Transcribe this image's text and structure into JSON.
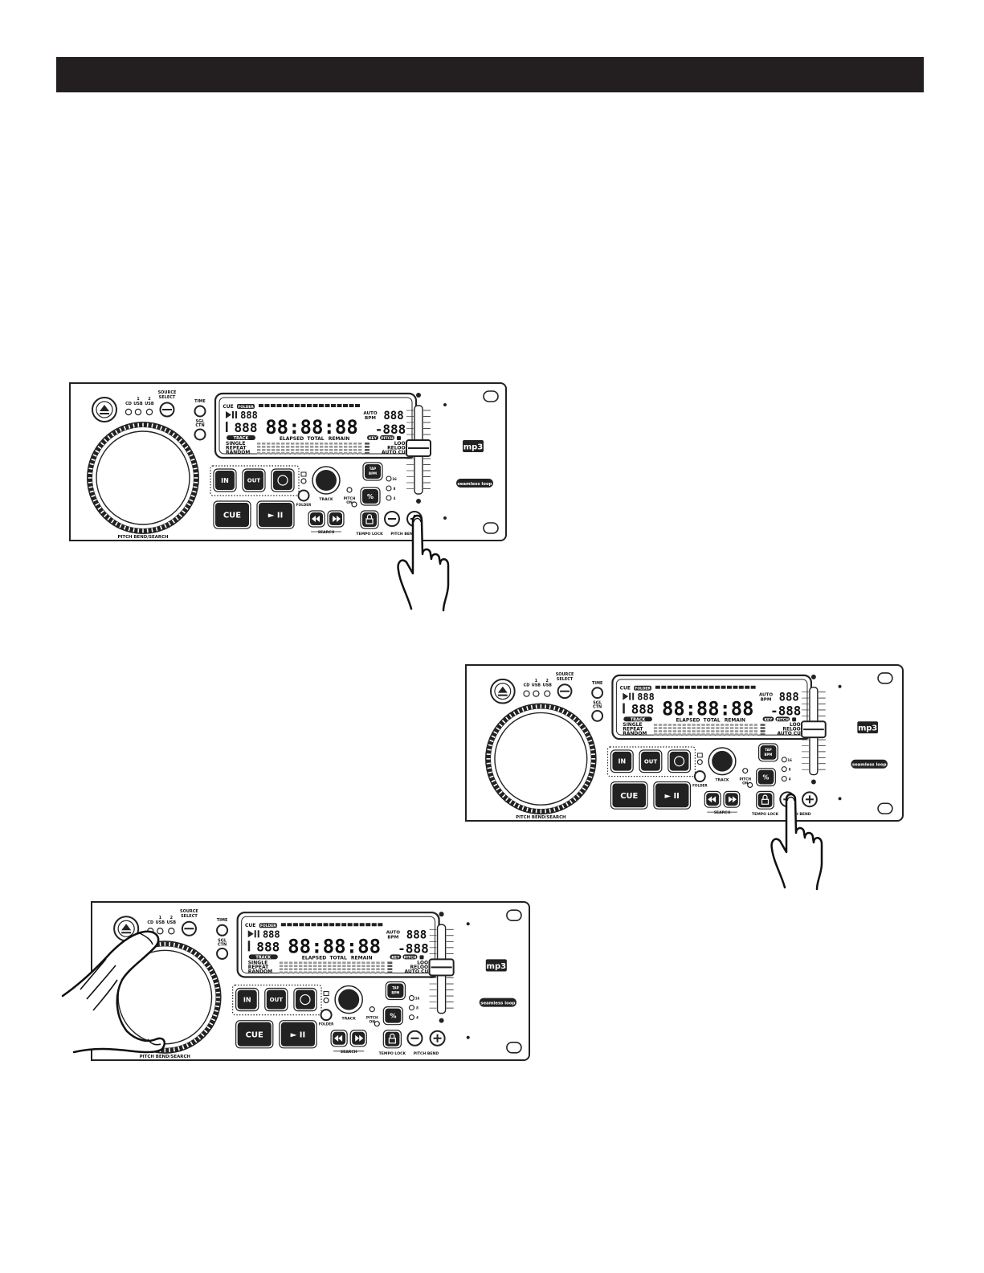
{
  "colors": {
    "header": "#231f20",
    "outline": "#222222",
    "button": "#222222",
    "background": "#ffffff"
  },
  "icons": [
    "eject-icon",
    "play-pause-icon",
    "lock-icon",
    "minus-icon",
    "plus-icon",
    "rewind-icon",
    "fast-forward-icon",
    "folder-icon",
    "pointing-finger-icon",
    "hand-on-wheel-icon"
  ],
  "panel": {
    "src_cd": "CD",
    "src_usb1_num": "1",
    "src_usb1": "USB",
    "src_usb2_num": "2",
    "src_usb2": "USB",
    "source_select_1": "SOURCE",
    "source_select_2": "SELECT",
    "time": "TIME",
    "sgl_1": "SGL",
    "sgl_2": "CTN",
    "lcd": {
      "cue": "CUE",
      "folder": "FOLDER",
      "digits_small": "888",
      "digits_track": "888",
      "digits_time": "88:88:88",
      "auto": "AUTO",
      "bpm": "BPM",
      "digits_bpm": "888",
      "digits_pitch": "-888",
      "track": "TRACK",
      "elapsed": "ELAPSED",
      "total": "TOTAL",
      "remain": "REMAIN",
      "single": "SINGLE",
      "repeat": "REPEAT",
      "random": "RANDOM",
      "key": "KEY",
      "pitch": "PITCH",
      "loop": "LOOP",
      "reloop": "RELOOP",
      "auto_cue": "AUTO CUE"
    },
    "btn_in": "IN",
    "btn_out": "OUT",
    "btn_reloop": "RELOOP",
    "btn_cue": "CUE",
    "btn_play": "► II",
    "tap_1": "TAP",
    "tap_2": "BPM",
    "pct": "%",
    "pitch_on_1": "PITCH",
    "pitch_on_2": "ON",
    "range_16": "16",
    "range_8": "8",
    "range_4": "4",
    "folder_label": "FOLDER",
    "track_label": "TRACK",
    "search_label": "SEARCH",
    "tempo_lock_label": "TEMPO LOCK",
    "pitch_bend_label": "PITCH BEND",
    "pitch_bend_search": "PITCH BEND/SEARCH",
    "mp3_logo": "mp3",
    "seamless_logo": "seamless loop"
  }
}
